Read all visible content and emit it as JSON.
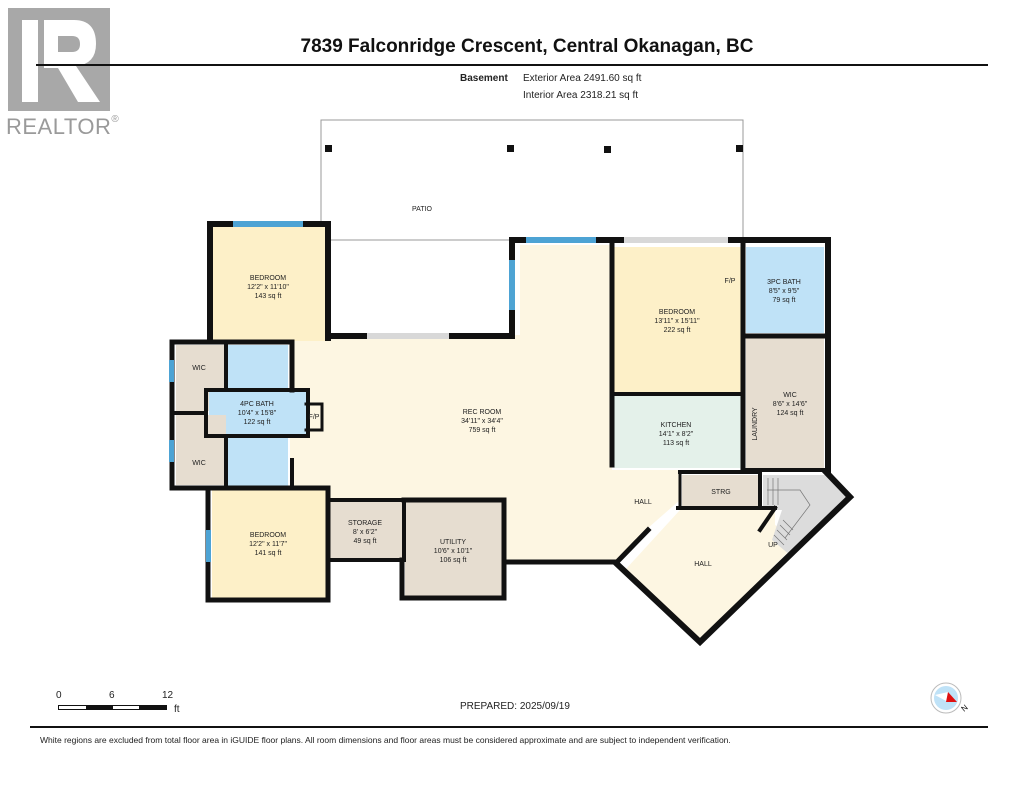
{
  "logo": {
    "letter": "R",
    "text": "REALTOR",
    "reg": "®"
  },
  "header": {
    "title": "7839 Falconridge Crescent, Central Okanagan, BC",
    "level": "Basement",
    "exterior_area": "Exterior Area 2491.60 sq ft",
    "interior_area": "Interior Area 2318.21 sq ft"
  },
  "rooms": {
    "patio": {
      "name": "PATIO"
    },
    "bedroom_nw": {
      "name": "BEDROOM",
      "dims": "12'2\" x 11'10\"",
      "area": "143 sq ft"
    },
    "wic_upper": {
      "name": "WIC"
    },
    "bath_4pc": {
      "name": "4PC BATH",
      "dims": "10'4\" x 15'8\"",
      "area": "122 sq ft"
    },
    "fp_left": {
      "name": "F/P"
    },
    "wic_lower": {
      "name": "WIC"
    },
    "bedroom_sw": {
      "name": "BEDROOM",
      "dims": "12'2\" x 11'7\"",
      "area": "141 sq ft"
    },
    "storage": {
      "name": "STORAGE",
      "dims": "8' x 6'2\"",
      "area": "49 sq ft"
    },
    "utility": {
      "name": "UTILITY",
      "dims": "10'6\" x 10'1\"",
      "area": "106 sq ft"
    },
    "rec_room": {
      "name": "REC ROOM",
      "dims": "34'11\" x 34'4\"",
      "area": "759 sq ft"
    },
    "bedroom_ne": {
      "name": "BEDROOM",
      "dims": "13'11\" x 15'11\"",
      "area": "222 sq ft"
    },
    "fp_right": {
      "name": "F/P"
    },
    "bath_3pc": {
      "name": "3PC BATH",
      "dims": "8'5\" x 9'5\"",
      "area": "79 sq ft"
    },
    "kitchen": {
      "name": "KITCHEN",
      "dims": "14'1\" x 8'2\"",
      "area": "113 sq ft"
    },
    "wic_east": {
      "name": "WIC",
      "dims": "8'6\" x 14'6\"",
      "area": "124 sq ft"
    },
    "laundry": {
      "name": "LAUNDRY"
    },
    "hall_upper": {
      "name": "HALL"
    },
    "strg": {
      "name": "STRG"
    },
    "hall_lower": {
      "name": "HALL"
    },
    "stairs": {
      "name": "UP"
    }
  },
  "colors": {
    "bedroom": "#fdf0c8",
    "rec": "#fdf6e2",
    "bath": "#bfe2f7",
    "wic": "#e6ddd0",
    "kitchen": "#e4f1ea",
    "stairs": "#dcdcdc",
    "window": "#4da3d4",
    "wall": "#111111"
  },
  "scale": {
    "t0": "0",
    "t6": "6",
    "t12": "12",
    "unit": "ft"
  },
  "footer": {
    "prepared": "PREPARED: 2025/09/19",
    "disclaimer": "White regions are excluded from total floor area in iGUIDE floor plans. All room dimensions and floor areas must be considered approximate and are subject to independent verification.",
    "compass_label": "N"
  }
}
